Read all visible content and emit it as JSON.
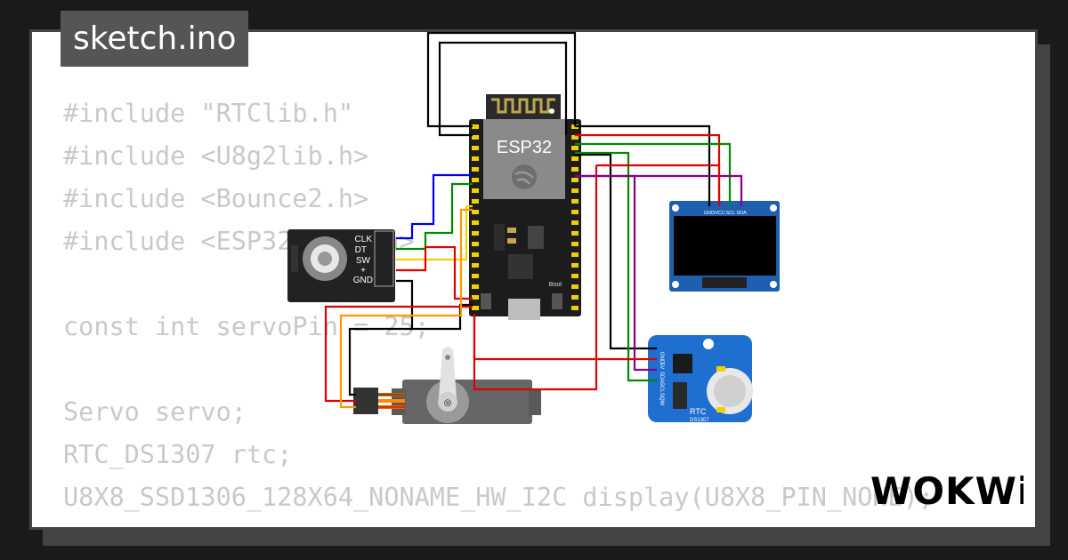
{
  "title": "sketch.ino",
  "code_lines": [
    "#include \"RTClib.h\"",
    "#include <U8g2lib.h>",
    "#include <Bounce2.h>",
    "#include <ESP32Servo.h>",
    "",
    "const int servoPin = 25;",
    "",
    "Servo servo;",
    "RTC_DS1307 rtc;",
    "U8X8_SSD1306_128X64_NONAME_HW_I2C display(U8X8_PIN_NONE);"
  ],
  "esp32": {
    "label": "ESP32",
    "boot_label": "Boot"
  },
  "encoder": {
    "pins": [
      "CLK",
      "DT",
      "SW",
      "+",
      "GND"
    ]
  },
  "oled": {
    "pins": [
      "GND",
      "VCC",
      "SCL",
      "SDA"
    ]
  },
  "rtc": {
    "label": "RTC",
    "model": "DS1307",
    "pins": [
      "GND",
      "5V",
      "SDA",
      "SCL",
      "SQW"
    ]
  },
  "logo": "WOKWi",
  "colors": {
    "background": "#1a1a1a",
    "card": "#ffffff",
    "code_text": "#c9c9c9",
    "title_bg": "#555555",
    "wire_black": "#000000",
    "wire_red": "#e00000",
    "wire_green": "#008800",
    "wire_blue": "#0000dd",
    "wire_purple": "#880088",
    "wire_yellow": "#f5d000",
    "wire_orange": "#ff9900",
    "oled_pcb": "#1f5fb0",
    "rtc_pcb": "#1f6fd0"
  }
}
